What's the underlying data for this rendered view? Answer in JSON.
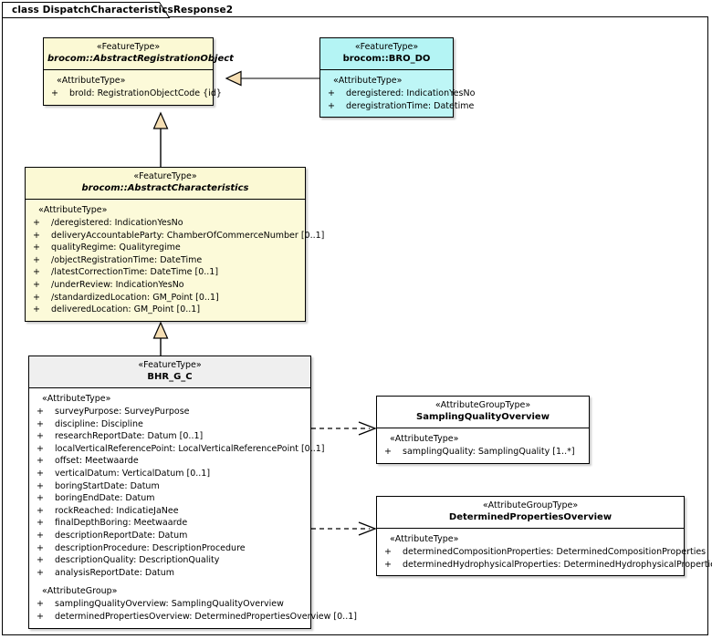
{
  "diagram": {
    "tab_label": "class DispatchCharacteristicsResponse2",
    "colors": {
      "yellow_header": "#FBF9D4",
      "yellow_body": "#FCFAD9",
      "cyan_header": "#B4F4F4",
      "cyan_body": "#BEF6F6",
      "gray_header": "#EFEFEF",
      "white_body": "#FFFFFF",
      "line": "#000000",
      "generalization_fill": "#F5DEB3"
    }
  },
  "classes": {
    "abstract_registration_object": {
      "stereotype": "«FeatureType»",
      "name": "brocom::AbstractRegistrationObject",
      "compartments": [
        {
          "stereotype": "«AttributeType»",
          "attributes": [
            {
              "visibility": "+",
              "text": "broId: RegistrationObjectCode {id}"
            }
          ]
        }
      ]
    },
    "bro_do": {
      "stereotype": "«FeatureType»",
      "name": "brocom::BRO_DO",
      "compartments": [
        {
          "stereotype": "«AttributeType»",
          "attributes": [
            {
              "visibility": "+",
              "text": "deregistered: IndicationYesNo"
            },
            {
              "visibility": "+",
              "text": "deregistrationTime: Datetime"
            }
          ]
        }
      ]
    },
    "abstract_characteristics": {
      "stereotype": "«FeatureType»",
      "name": "brocom::AbstractCharacteristics",
      "compartments": [
        {
          "stereotype": "«AttributeType»",
          "attributes": [
            {
              "visibility": "+",
              "text": "/deregistered: IndicationYesNo"
            },
            {
              "visibility": "+",
              "text": "deliveryAccountableParty: ChamberOfCommerceNumber [0..1]"
            },
            {
              "visibility": "+",
              "text": "qualityRegime: Qualityregime"
            },
            {
              "visibility": "+",
              "text": "/objectRegistrationTime: DateTime"
            },
            {
              "visibility": "+",
              "text": "/latestCorrectionTime: DateTime [0..1]"
            },
            {
              "visibility": "+",
              "text": "/underReview: IndicationYesNo"
            },
            {
              "visibility": "+",
              "text": "/standardizedLocation: GM_Point [0..1]"
            },
            {
              "visibility": "+",
              "text": "deliveredLocation: GM_Point [0..1]"
            }
          ]
        }
      ]
    },
    "bhr_g_c": {
      "stereotype": "«FeatureType»",
      "name": "BHR_G_C",
      "compartments": [
        {
          "stereotype": "«AttributeType»",
          "attributes": [
            {
              "visibility": "+",
              "text": "surveyPurpose: SurveyPurpose"
            },
            {
              "visibility": "+",
              "text": "discipline: Discipline"
            },
            {
              "visibility": "+",
              "text": "researchReportDate: Datum [0..1]"
            },
            {
              "visibility": "+",
              "text": "localVerticalReferencePoint: LocalVerticalReferencePoint [0..1]"
            },
            {
              "visibility": "+",
              "text": "offset: Meetwaarde"
            },
            {
              "visibility": "+",
              "text": "verticalDatum: VerticalDatum [0..1]"
            },
            {
              "visibility": "+",
              "text": "boringStartDate: Datum"
            },
            {
              "visibility": "+",
              "text": "boringEndDate: Datum"
            },
            {
              "visibility": "+",
              "text": "rockReached: IndicatieJaNee"
            },
            {
              "visibility": "+",
              "text": "finalDepthBoring: Meetwaarde"
            },
            {
              "visibility": "+",
              "text": "descriptionReportDate: Datum"
            },
            {
              "visibility": "+",
              "text": "descriptionProcedure: DescriptionProcedure"
            },
            {
              "visibility": "+",
              "text": "descriptionQuality: DescriptionQuality"
            },
            {
              "visibility": "+",
              "text": "analysisReportDate: Datum"
            }
          ]
        },
        {
          "stereotype": "«AttributeGroup»",
          "attributes": [
            {
              "visibility": "+",
              "text": "samplingQualityOverview: SamplingQualityOverview"
            },
            {
              "visibility": "+",
              "text": "determinedPropertiesOverview: DeterminedPropertiesOverview [0..1]"
            }
          ]
        }
      ]
    },
    "sampling_quality_overview": {
      "stereotype": "«AttributeGroupType»",
      "name": "SamplingQualityOverview",
      "compartments": [
        {
          "stereotype": "«AttributeType»",
          "attributes": [
            {
              "visibility": "+",
              "text": "samplingQuality: SamplingQuality [1..*]"
            }
          ]
        }
      ]
    },
    "determined_properties_overview": {
      "stereotype": "«AttributeGroupType»",
      "name": "DeterminedPropertiesOverview",
      "compartments": [
        {
          "stereotype": "«AttributeType»",
          "attributes": [
            {
              "visibility": "+",
              "text": "determinedCompositionProperties: DeterminedCompositionProperties"
            },
            {
              "visibility": "+",
              "text": "determinedHydrophysicalProperties: DeterminedHydrophysicalProperties"
            }
          ]
        }
      ]
    }
  },
  "connectors": [
    {
      "name": "generalization-bro-do-to-abstract-registration-object",
      "type": "generalization"
    },
    {
      "name": "generalization-abstract-characteristics-to-abstract-registration-object",
      "type": "generalization"
    },
    {
      "name": "generalization-bhr-g-c-to-abstract-characteristics",
      "type": "generalization"
    },
    {
      "name": "dependency-bhr-g-c-to-sampling-quality-overview",
      "type": "dependency"
    },
    {
      "name": "dependency-bhr-g-c-to-determined-properties-overview",
      "type": "dependency"
    }
  ]
}
